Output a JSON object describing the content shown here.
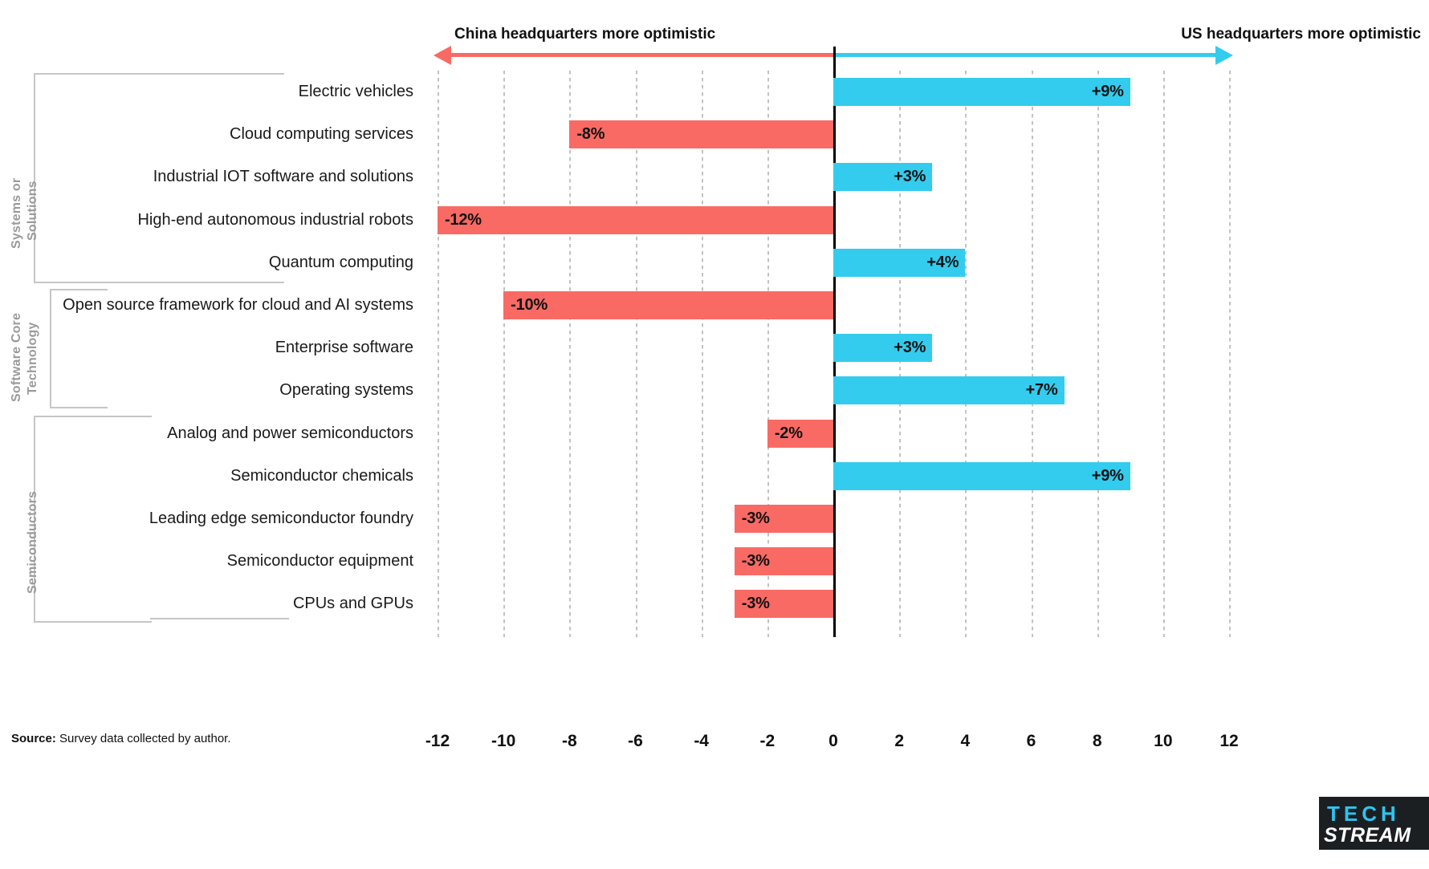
{
  "header": {
    "left_note": "China headquarters more optimistic",
    "right_note": "US headquarters more optimistic",
    "left_color": "#f96a64",
    "right_color": "#33ccee"
  },
  "source": {
    "prefix": "Source:",
    "text": " Survey data collected by author."
  },
  "logo": {
    "line1": "TECH",
    "line2": "STREAM"
  },
  "groups": [
    {
      "name": "Systems or Solutions",
      "label_lines": "Systems or\nSolutions",
      "start": 0,
      "count": 5
    },
    {
      "name": "Software Core Technology",
      "label_lines": "Software Core\nTechnology",
      "start": 5,
      "count": 3
    },
    {
      "name": "Semiconductors",
      "label_lines": "Semiconductors",
      "start": 8,
      "count": 5
    }
  ],
  "chart_data": {
    "type": "bar",
    "orientation": "horizontal",
    "title": "",
    "subtitle": "",
    "xlabel": "",
    "ylabel": "",
    "xlim": [
      -12,
      12
    ],
    "xticks": [
      "-12",
      "-10",
      "-8",
      "-6",
      "-4",
      "-2",
      "0",
      "2",
      "4",
      "6",
      "8",
      "10",
      "12"
    ],
    "xtick_values": [
      -12,
      -10,
      -8,
      -6,
      -4,
      -2,
      0,
      2,
      4,
      6,
      8,
      10,
      12
    ],
    "grid": "vertical dotted",
    "legend": "none",
    "annotations": [
      "China headquarters more optimistic",
      "US headquarters more optimistic"
    ],
    "categories": [
      "Electric vehicles",
      "Cloud computing services",
      "Industrial IOT software and solutions",
      "High-end autonomous industrial robots",
      "Quantum computing",
      "Open source framework for cloud and AI systems",
      "Enterprise software",
      "Operating systems",
      "Analog and power semiconductors",
      "Semiconductor chemicals",
      "Leading edge semiconductor foundry",
      "Semiconductor equipment",
      "CPUs and GPUs"
    ],
    "values": [
      9,
      -8,
      3,
      -12,
      4,
      -10,
      3,
      7,
      -2,
      9,
      -3,
      -3,
      -3
    ],
    "data_labels": [
      "+9%",
      "-8%",
      "+3%",
      "-12%",
      "+4%",
      "-10%",
      "+3%",
      "+7%",
      "-2%",
      "+9%",
      "-3%",
      "-3%",
      "-3%"
    ],
    "colors": {
      "positive": "#33ccee",
      "negative": "#f96a64"
    }
  }
}
